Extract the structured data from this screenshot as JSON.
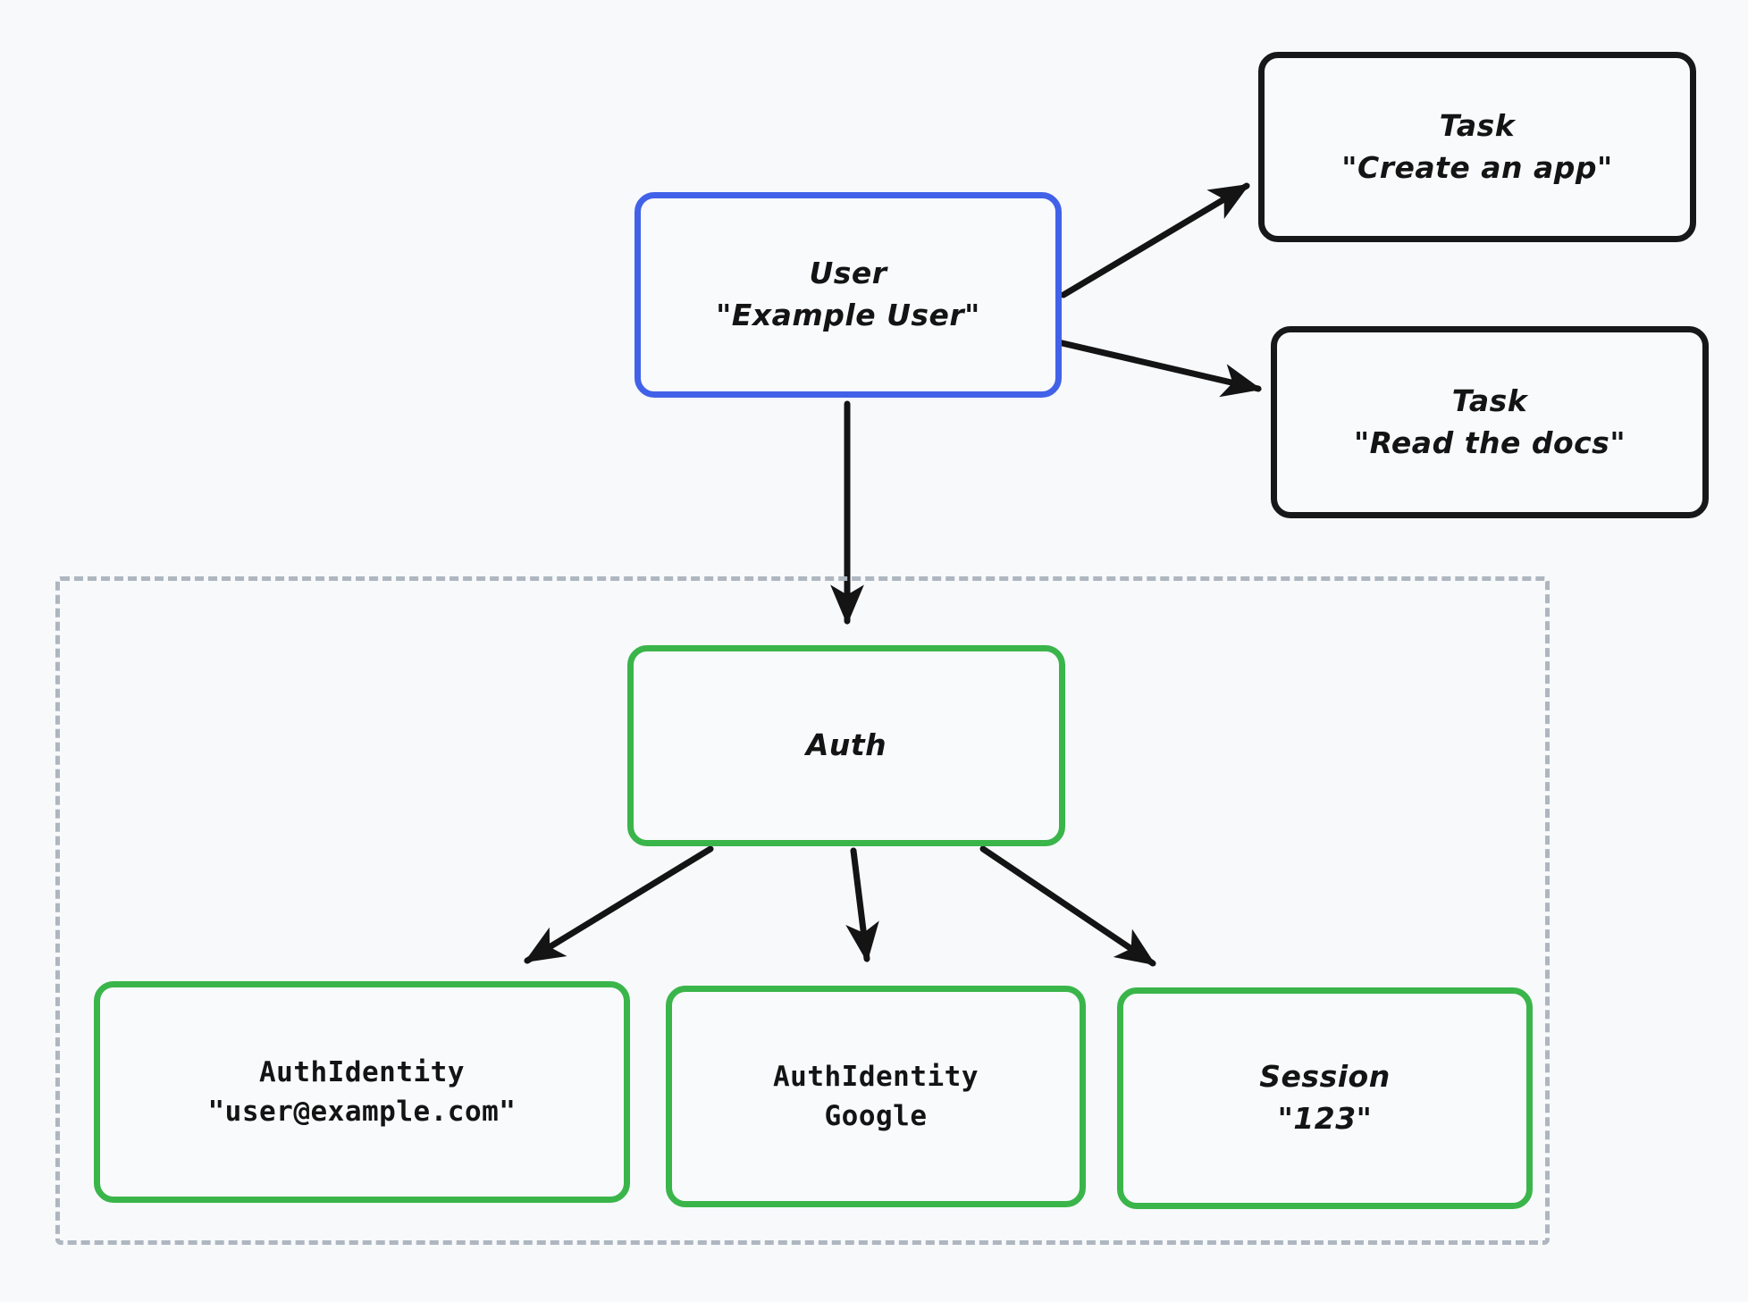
{
  "diagram": {
    "type": "entity-relationship-flow",
    "background_color": "#f7f9fb",
    "group_label": "",
    "colors": {
      "blue_accent": "#4162e8",
      "green_accent": "#3ab54a",
      "black_accent": "#17181a",
      "dashed_border": "#aeb6c0",
      "node_fill": "#f9fafc",
      "text": "#141414",
      "edge": "#141414"
    }
  },
  "nodes": {
    "user": {
      "title": "User",
      "subtitle": "\"Example User\"",
      "border_color": "#4162e8"
    },
    "task_create": {
      "title": "Task",
      "subtitle": "\"Create an app\"",
      "border_color": "#17181a"
    },
    "task_read": {
      "title": "Task",
      "subtitle": "\"Read the docs\"",
      "border_color": "#17181a"
    },
    "auth": {
      "title": "Auth",
      "subtitle": "",
      "border_color": "#3ab54a"
    },
    "auth_identity_email": {
      "title": "AuthIdentity",
      "subtitle": "\"user@example.com\"",
      "border_color": "#3ab54a"
    },
    "auth_identity_google": {
      "title": "AuthIdentity",
      "subtitle": "Google",
      "border_color": "#3ab54a"
    },
    "session": {
      "title": "Session",
      "subtitle": "\"123\"",
      "border_color": "#3ab54a"
    }
  },
  "edges": [
    {
      "from": "user",
      "to": "task_create",
      "label": ""
    },
    {
      "from": "user",
      "to": "task_read",
      "label": ""
    },
    {
      "from": "user",
      "to": "auth",
      "label": ""
    },
    {
      "from": "auth",
      "to": "auth_identity_email",
      "label": ""
    },
    {
      "from": "auth",
      "to": "auth_identity_google",
      "label": ""
    },
    {
      "from": "auth",
      "to": "session",
      "label": ""
    }
  ]
}
